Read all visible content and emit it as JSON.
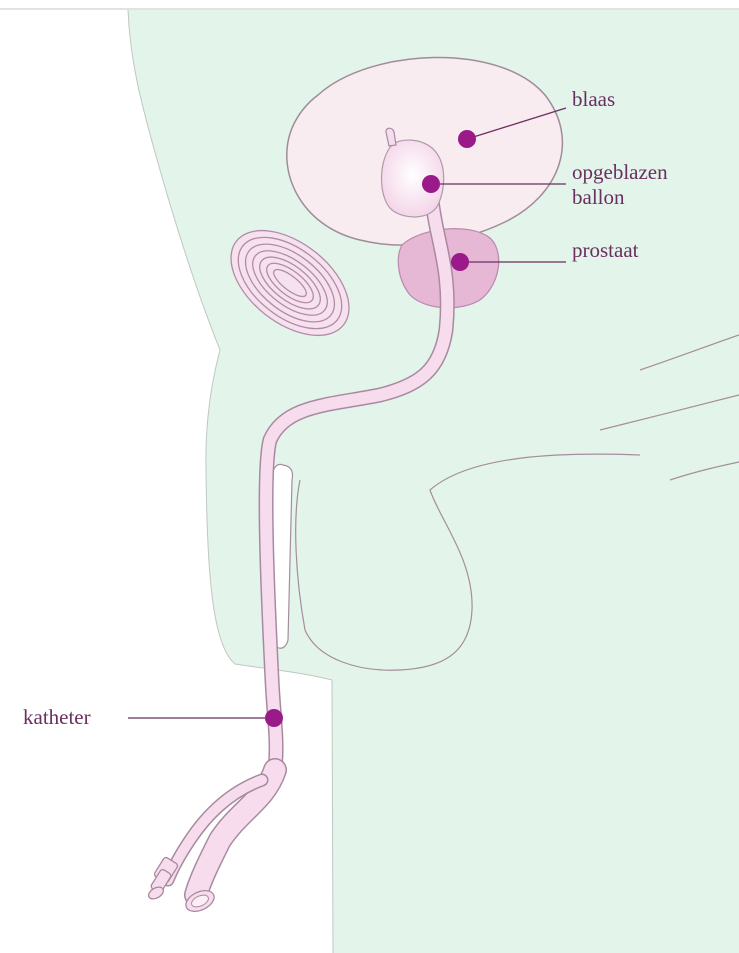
{
  "labels": {
    "blaas": "blaas",
    "ballon_line1": "opgeblazen",
    "ballon_line2": "ballon",
    "prostaat": "prostaat",
    "katheter": "katheter"
  },
  "colors": {
    "body_fill": "#e3f4ea",
    "outline": "#9f8c98",
    "organ_fill": "#f8ecf0",
    "prostate_fill": "#e6b8d6",
    "catheter_fill": "#f6dcec",
    "catheter_stroke": "#a88aa0",
    "marker": "#9a1a8a",
    "leader_line": "#6a2f5f"
  }
}
